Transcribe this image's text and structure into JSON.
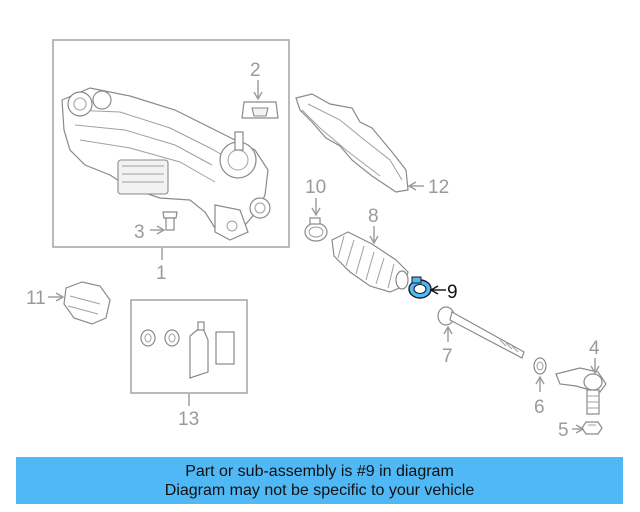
{
  "diagram": {
    "highlight_color": "#4fb8f5",
    "callouts": {
      "c1": "1",
      "c2": "2",
      "c3": "3",
      "c4": "4",
      "c5": "5",
      "c6": "6",
      "c7": "7",
      "c8": "8",
      "c9": "9",
      "c10": "10",
      "c11": "11",
      "c12": "12",
      "c13": "13"
    },
    "highlighted_part": "9"
  },
  "banner": {
    "line1": "Part or sub-assembly is #9 in diagram",
    "line2": "Diagram may not be specific to your vehicle",
    "color": "#4fb8f5"
  }
}
